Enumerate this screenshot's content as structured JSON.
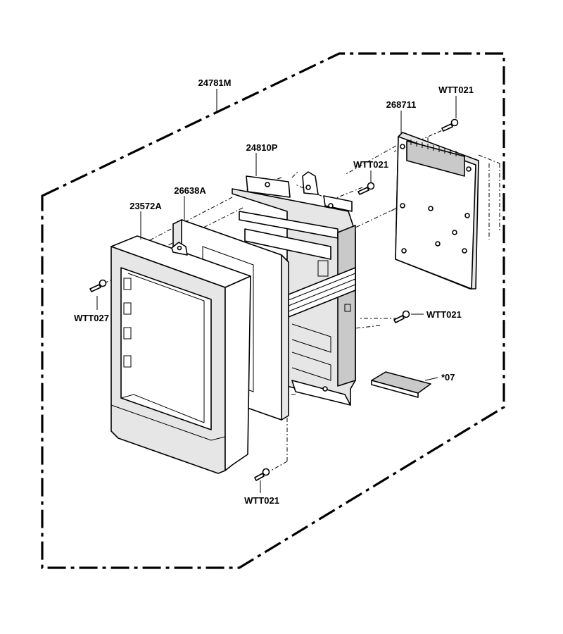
{
  "diagram": {
    "labels": {
      "assembly": "24781M",
      "board": "268711",
      "bracket": "24810P",
      "panel": "26638A",
      "frame": "23572A",
      "screw_board_top": "WTT021",
      "screw_bracket": "WTT021",
      "screw_right": "WTT021",
      "screw_left": "WTT027",
      "screw_bottom": "WTT021",
      "pad": "*07"
    }
  }
}
